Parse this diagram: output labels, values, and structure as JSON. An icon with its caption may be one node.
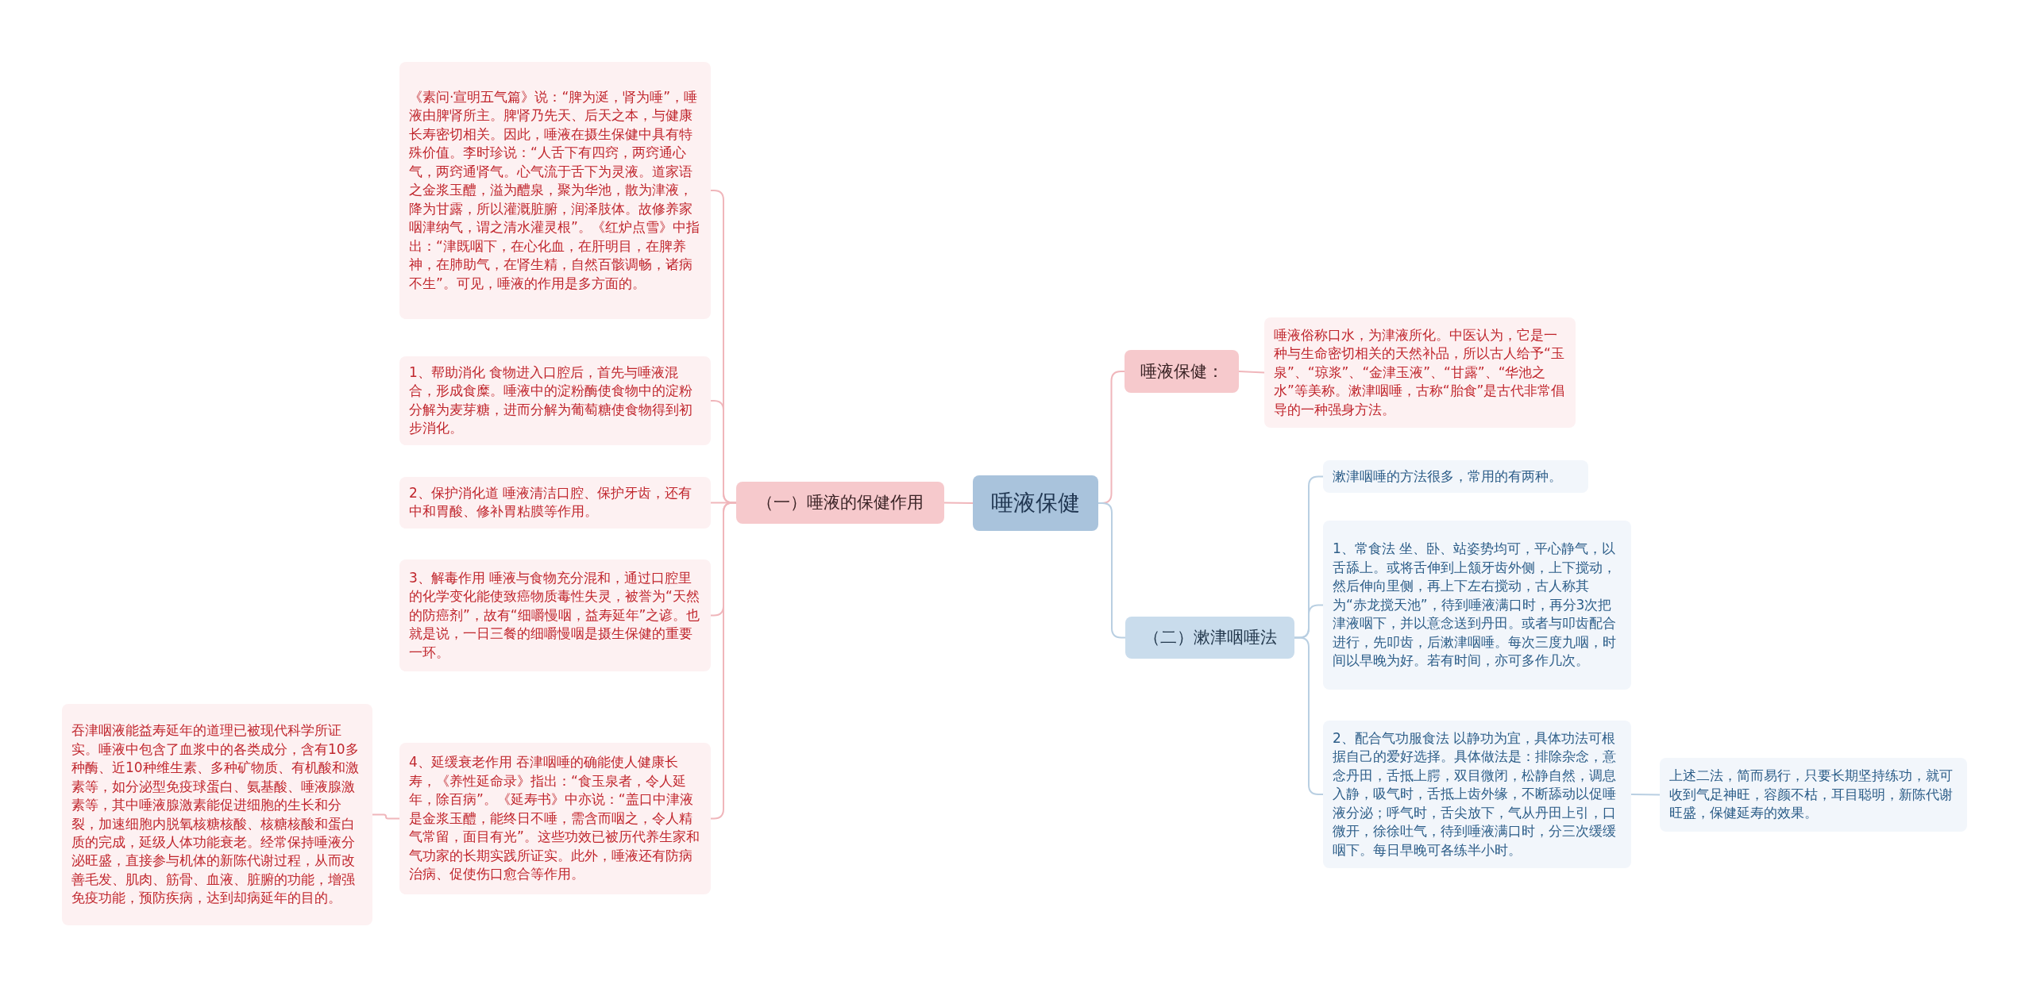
{
  "diagram": {
    "nodes": [
      {
        "text": [
          "唾液保健"
        ]
      },
      {
        "text": [
          "（一）唾液的保健作用"
        ]
      },
      {
        "text": [
          "《素问·宣明五气篇》说：“脾为涎，肾为唾”，唾液由脾肾所主。脾肾乃先天、后天之本，与健康长寿密切相关。因此，唾液在摄生保健中具有特殊价值。李时珍说：“人舌下有四窍，两窍通心气，两窍通肾气。心气流于舌下为灵液。道家语之金浆玉醴，溢为醴泉，聚为华池，散为津液，降为甘露，所以灌溉脏腑，润泽肢体。故修养家咽津纳气，谓之清水灌灵根”。《红炉点雪》中指出：“津既咽下，在心化血，在肝明目，在脾养神，在肺助气，在肾生精，自然百骸调畅，诸病不生”。可见，唾液的作用是多方面的。"
        ]
      },
      {
        "text": [
          "1、帮助消化 食物进入口腔后，首先与唾液混合，形成食糜。唾液中的淀粉酶使食物中的淀粉分解为麦芽糖，进而分解为葡萄糖使食物得到初步消化。"
        ]
      },
      {
        "text": [
          "2、保护消化道 唾液清洁口腔、保护牙齿，还有中和胃酸、修补胃粘膜等作用。"
        ]
      },
      {
        "text": [
          "3、解毒作用 唾液与食物充分混和，通过口腔里的化学变化能使致癌物质毒性失灵，被誉为“天然的防癌剂”，故有“细嚼慢咽，益寿延年”之谚。也就是说，一日三餐的细嚼慢咽是摄生保健的重要一环。"
        ]
      },
      {
        "text": [
          "4、延缓衰老作用 吞津咽唾的确能使人健康长寿，《养性延命录》指出：“食玉泉者，令人延年，除百病”。《延寿书》中亦说：“盖口中津液是金浆玉醴，能终日不唾，需含而咽之，令人精气常留，面目有光”。这些功效已被历代养生家和气功家的长期实践所证实。此外，唾液还有防病治病、促使伤口愈合等作用。"
        ]
      },
      {
        "text": [
          "吞津咽液能益寿延年的道理已被现代科学所证实。唾液中包含了血浆中的各类成分，含有10多种酶、近10种维生素、多种矿物质、有机酸和激素等，如分泌型免疫球蛋白、氨基酸、唾液腺激素等，其中唾液腺激素能促进细胞的生长和分裂，加速细胞内脱氧核糖核酸、核糖核酸和蛋白质的完成，延级人体功能衰老。经常保持唾液分泌旺盛，直接参与机体的新陈代谢过程，从而改善毛发、肌肉、筋骨、血液、脏腑的功能，增强免疫功能，预防疾病，达到却病延年的目的。"
        ]
      },
      {
        "text": [
          "唾液保健："
        ]
      },
      {
        "text": [
          "唾液俗称口水，为津液所化。中医认为，它是一种与生命密切相关的天然补品，所以古人给予“玉泉”、“琼浆”、“金津玉液”、“甘露”、“华池之水”等美称。漱津咽唾，古称“胎食”是古代非常倡导的一种强身方法。"
        ]
      },
      {
        "text": [
          "（二）漱津咽唾法"
        ]
      },
      {
        "text": [
          "漱津咽唾的方法很多，常用的有两种。"
        ]
      },
      {
        "text": [
          "1、常食法 坐、卧、站姿势均可，平心静气，以舌舔上。或将舌伸到上颔牙齿外侧，上下搅动，然后伸向里侧，再上下左右搅动，古人称其为“赤龙搅天池”，待到唾液满口时，再分3次把津液咽下，并以意念送到丹田。或者与叩齿配合进行，先叩齿，后漱津咽唾。每次三度九咽，时间以早晚为好。若有时间，亦可多作几次。"
        ]
      },
      {
        "text": [
          "2、配合气功服食法 以静功为宜，具体功法可根据自己的爱好选择。具体做法是：排除杂念，意念丹田，舌抵上腭，双目微闭，松静自然，调息入静，吸气时，舌抵上齿外缘，不断舔动以促唾液分泌；呼气时，舌尖放下，气从丹田上引，口微开，徐徐吐气，待到唾液满口时，分三次缓缓咽下。每日早晚可各练半小时。"
        ]
      },
      {
        "text": [
          "上述二法，简而易行，只要长期坚持练功，就可收到气足神旺，容颜不枯，耳目聪明，新陈代谢旺盛，保健延寿的效果。"
        ]
      }
    ],
    "edges": [
      {
        "from": 0,
        "to": 1,
        "arrow": "none"
      },
      {
        "from": 1,
        "to": 2,
        "arrow": "none"
      },
      {
        "from": 1,
        "to": 3,
        "arrow": "none"
      },
      {
        "from": 1,
        "to": 4,
        "arrow": "none"
      },
      {
        "from": 1,
        "to": 5,
        "arrow": "none"
      },
      {
        "from": 1,
        "to": 6,
        "arrow": "none"
      },
      {
        "from": 6,
        "to": 7,
        "arrow": "none"
      },
      {
        "from": 0,
        "to": 8,
        "arrow": "none"
      },
      {
        "from": 8,
        "to": 9,
        "arrow": "none"
      },
      {
        "from": 0,
        "to": 10,
        "arrow": "none",
        "color": "#b9cfe2"
      },
      {
        "from": 10,
        "to": 11,
        "arrow": "none",
        "color": "#b9cfe2"
      },
      {
        "from": 10,
        "to": 12,
        "arrow": "none",
        "color": "#b9cfe2"
      },
      {
        "from": 10,
        "to": 13,
        "arrow": "none",
        "color": "#b9cfe2"
      },
      {
        "from": 13,
        "to": 14,
        "arrow": "none",
        "color": "#b9cfe2"
      }
    ]
  }
}
